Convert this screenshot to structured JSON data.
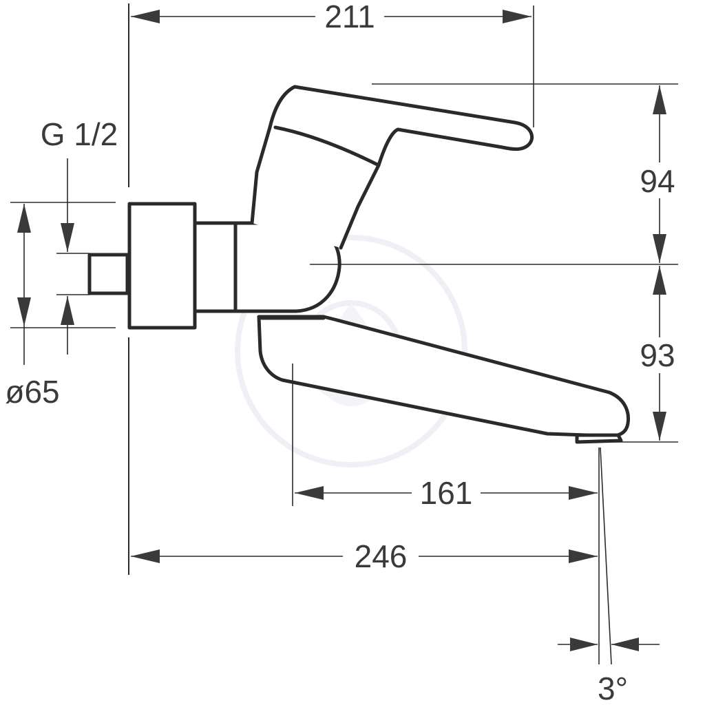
{
  "dimensions": {
    "width_overall": "211",
    "handle_height": "94",
    "spout_height": "93",
    "spout_reach": "161",
    "projection": "246",
    "connection": "G 1/2",
    "diameter": "ø65",
    "angle": "3°"
  },
  "colors": {
    "stroke": "#2a2a2a",
    "text": "#3a3a3a",
    "background": "#ffffff"
  }
}
